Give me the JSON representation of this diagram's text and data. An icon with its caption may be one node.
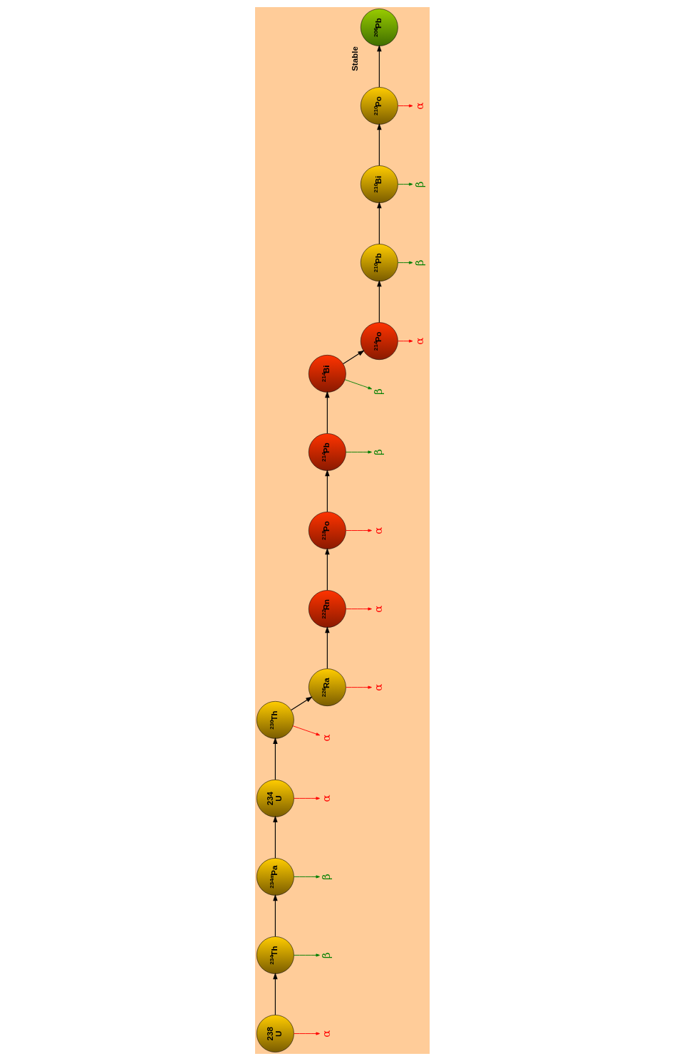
{
  "diagram": {
    "nodes": [
      {
        "text": [
          "238",
          "U"
        ]
      },
      {
        "text": [
          "α"
        ]
      },
      {
        "text": [
          "$^{234}$Th"
        ]
      },
      {
        "text": [
          "β"
        ]
      },
      {
        "text": [
          "$^{234m}$Pa"
        ]
      },
      {
        "text": [
          "β"
        ]
      },
      {
        "text": [
          "234",
          "U"
        ]
      },
      {
        "text": [
          "α"
        ]
      },
      {
        "text": [
          "$^{230}$Th"
        ]
      },
      {
        "text": [
          "α"
        ]
      },
      {
        "text": [
          "$^{226}$Ra"
        ]
      },
      {
        "text": [
          "α"
        ]
      },
      {
        "text": [
          "$^{222}$Rn"
        ]
      },
      {
        "text": [
          "α"
        ]
      },
      {
        "text": [
          "$^{218}$Po"
        ]
      },
      {
        "text": [
          "α"
        ]
      },
      {
        "text": [
          "$^{214}$Pb"
        ]
      },
      {
        "text": [
          "β"
        ]
      },
      {
        "text": [
          "$^{214}$Bi"
        ]
      },
      {
        "text": [
          "β"
        ]
      },
      {
        "text": [
          "$^{214}$Po"
        ]
      },
      {
        "text": [
          "α"
        ]
      },
      {
        "text": [
          "$^{210}$Pb"
        ]
      },
      {
        "text": [
          "β"
        ]
      },
      {
        "text": [
          "$^{210}$Bi"
        ]
      },
      {
        "text": [
          "β"
        ]
      },
      {
        "text": [
          "$^{210}$Po"
        ]
      },
      {
        "text": [
          "α"
        ]
      },
      {
        "text": [
          "$^{206}$Pb"
        ],
        "beside": [
          "Stable"
        ]
      }
    ],
    "edges": [
      {
        "from": 0,
        "to": 1,
        "arrow": "to",
        "color": "#ff0000"
      },
      {
        "from": 0,
        "to": 2,
        "arrow": "to"
      },
      {
        "from": 2,
        "to": 3,
        "arrow": "to",
        "color": "#008000"
      },
      {
        "from": 2,
        "to": 4,
        "arrow": "to"
      },
      {
        "from": 4,
        "to": 5,
        "arrow": "to",
        "color": "#008000"
      },
      {
        "from": 4,
        "to": 6,
        "arrow": "to"
      },
      {
        "from": 6,
        "to": 7,
        "arrow": "to",
        "color": "#ff0000"
      },
      {
        "from": 6,
        "to": 8,
        "arrow": "to"
      },
      {
        "from": 8,
        "to": 9,
        "arrow": "to",
        "color": "#ff0000"
      },
      {
        "from": 8,
        "to": 10,
        "arrow": "to"
      },
      {
        "from": 10,
        "to": 11,
        "arrow": "to",
        "color": "#ff0000"
      },
      {
        "from": 10,
        "to": 12,
        "arrow": "to"
      },
      {
        "from": 12,
        "to": 13,
        "arrow": "to",
        "color": "#ff0000"
      },
      {
        "from": 12,
        "to": 14,
        "arrow": "to"
      },
      {
        "from": 14,
        "to": 15,
        "arrow": "to",
        "color": "#ff0000"
      },
      {
        "from": 14,
        "to": 16,
        "arrow": "to"
      },
      {
        "from": 16,
        "to": 17,
        "arrow": "to",
        "color": "#008000"
      },
      {
        "from": 16,
        "to": 18,
        "arrow": "to"
      },
      {
        "from": 18,
        "to": 19,
        "arrow": "to",
        "color": "#008000"
      },
      {
        "from": 18,
        "to": 20,
        "arrow": "to"
      },
      {
        "from": 20,
        "to": 21,
        "arrow": "to",
        "color": "#ff0000"
      },
      {
        "from": 20,
        "to": 22,
        "arrow": "to"
      },
      {
        "from": 22,
        "to": 23,
        "arrow": "to",
        "color": "#008000"
      },
      {
        "from": 22,
        "to": 24,
        "arrow": "to"
      },
      {
        "from": 24,
        "to": 25,
        "arrow": "to",
        "color": "#008000"
      },
      {
        "from": 24,
        "to": 26,
        "arrow": "to"
      },
      {
        "from": 26,
        "to": 27,
        "arrow": "to",
        "color": "#ff0000"
      },
      {
        "from": 26,
        "to": 28,
        "arrow": "to"
      }
    ]
  }
}
